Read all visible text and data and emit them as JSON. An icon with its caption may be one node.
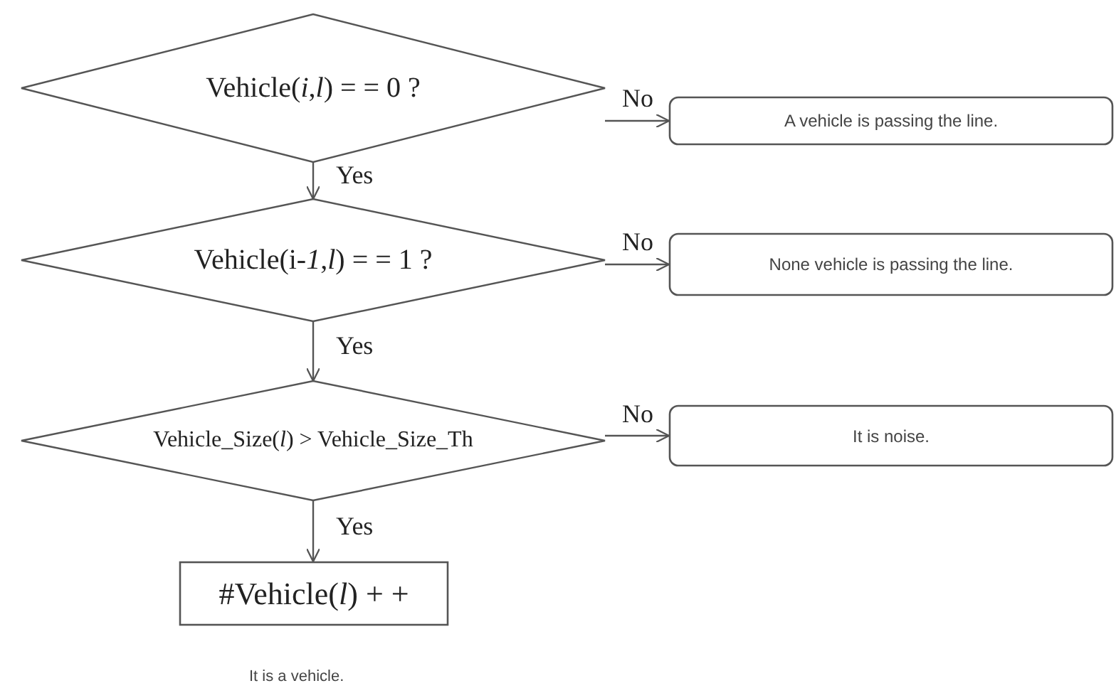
{
  "diagram": {
    "nodes": [
      {
        "text": [
          "Vehicle(*i*,*l*) = = 0 ?"
        ]
      },
      {
        "text": [
          "A vehicle is passing the line."
        ]
      },
      {
        "text": [
          "Vehicle(i-*1*,*l*) = = 1 ?"
        ]
      },
      {
        "text": [
          "None vehicle is passing the line."
        ]
      },
      {
        "text": [
          "Vehicle_Size(*l*) > Vehicle_Size_Th"
        ]
      },
      {
        "text": [
          "It is noise."
        ]
      },
      {
        "text": [
          "#Vehicle(*l*) + +"
        ]
      }
    ],
    "edges": [
      {
        "from": 0,
        "to": 1,
        "arrow": "to",
        "label": "No"
      },
      {
        "from": 0,
        "to": 2,
        "arrow": "to",
        "label": "Yes"
      },
      {
        "from": 2,
        "to": 3,
        "arrow": "to",
        "label": "No"
      },
      {
        "from": 2,
        "to": 4,
        "arrow": "to",
        "label": "Yes"
      },
      {
        "from": 4,
        "to": 5,
        "arrow": "to",
        "label": "No"
      },
      {
        "from": 4,
        "to": 6,
        "arrow": "to",
        "label": "Yes"
      }
    ],
    "labels": [
      "It is a vehicle."
    ]
  }
}
